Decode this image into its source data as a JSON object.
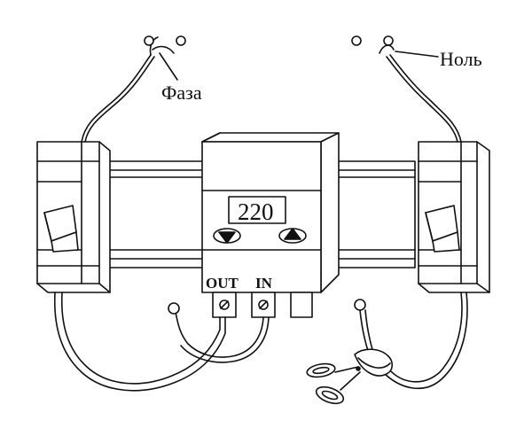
{
  "labels": {
    "phase": "Фаза",
    "neutral": "Ноль",
    "out": "OUT",
    "in": "IN"
  },
  "display": {
    "value": "220"
  },
  "buttons": {
    "down_icon": "triangle-down-icon",
    "up_icon": "triangle-up-icon"
  },
  "colors": {
    "stroke": "#111111",
    "background": "#ffffff"
  }
}
